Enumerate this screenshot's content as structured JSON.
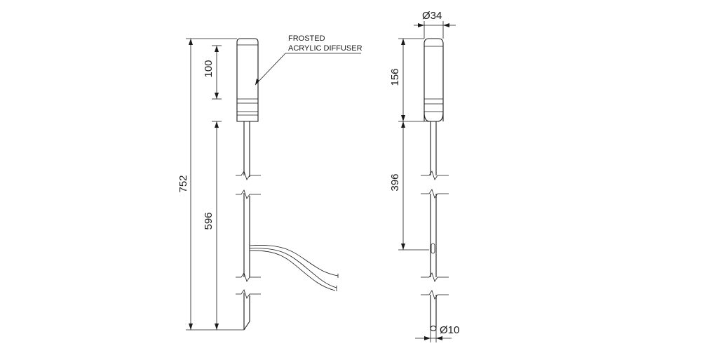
{
  "callout": {
    "line1": "FROSTED",
    "line2": "ACRYLIC DIFFUSER"
  },
  "side_view": {
    "overall_height": "752",
    "head_height": "100",
    "stake_length": "596"
  },
  "front_view": {
    "head_diameter": "Ø34",
    "head_height": "156",
    "stake_length": "396",
    "stake_diameter": "Ø10"
  }
}
